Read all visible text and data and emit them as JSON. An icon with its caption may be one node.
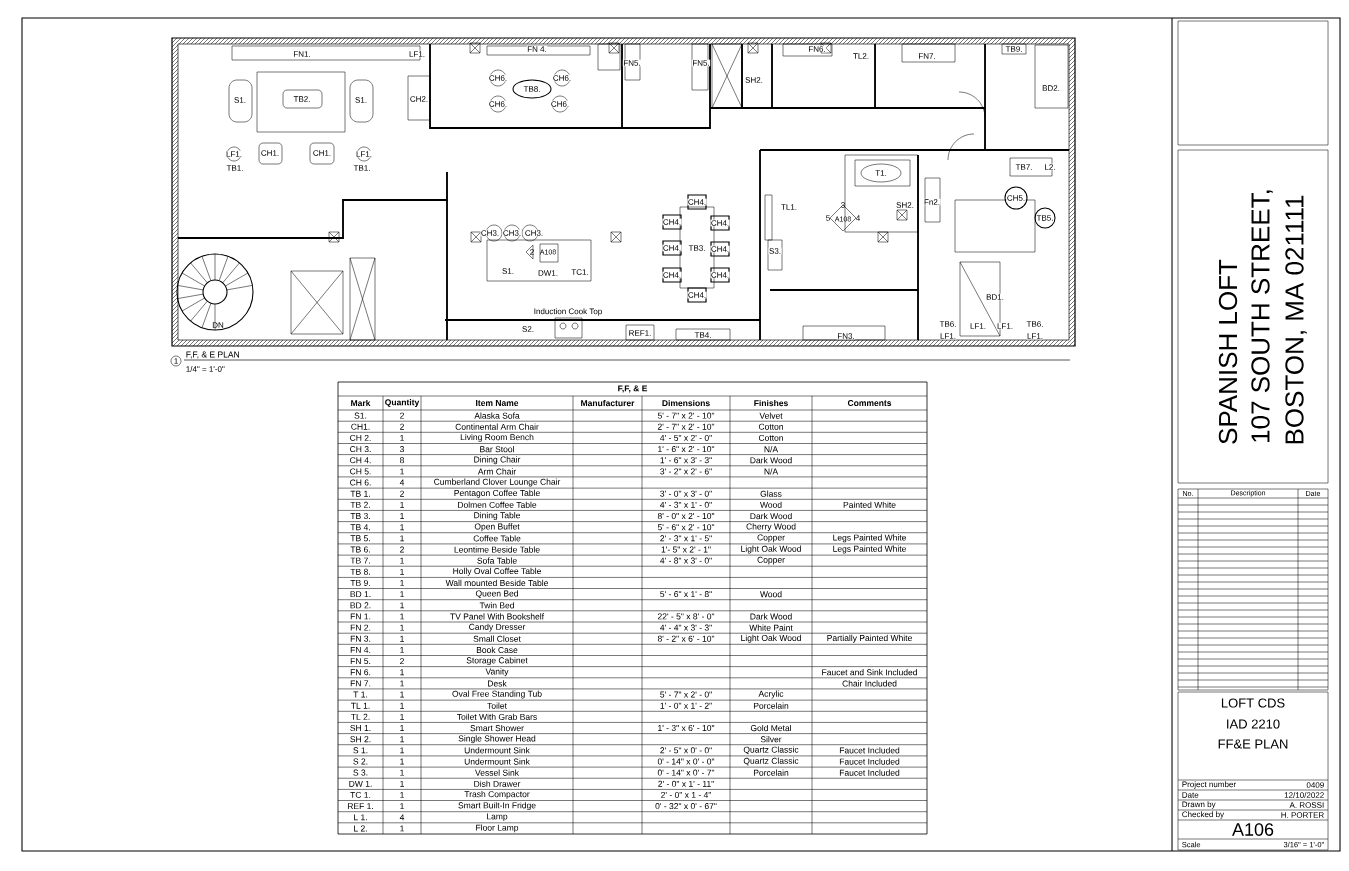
{
  "diagram": {
    "labels": [
      "FN1.",
      "LF1.",
      "S1.",
      "TB2.",
      "S1.",
      "CH2.",
      "LF1.",
      "CH1.",
      "CH1.",
      "LF1.",
      "TB1.",
      "TB1.",
      "FN 4.",
      "CH6.",
      "CH6.",
      "TB8.",
      "CH6.",
      "CH6.",
      "FN5.",
      "FN5.",
      "FN6.",
      "TL2.",
      "FN7.",
      "TB9.",
      "SH2.",
      "BD2.",
      "T1.",
      "TB7.",
      "L2.",
      "CH5.",
      "CH4.",
      "TL1.",
      "3",
      "SH2.",
      "Fn2.",
      "CH4.",
      "CH4.",
      "5",
      "A108",
      "4",
      "TB5.",
      "CH3.",
      "CH3.",
      "CH3.",
      "2",
      "A108",
      "CH4.",
      "TB3.",
      "CH4.",
      "S3.",
      "S1.",
      "DW1.",
      "TC1.",
      "CH4.",
      "CH4.",
      "CH4.",
      "BD1.",
      "Induction Cook Top",
      "DN",
      "S2.",
      "REF1.",
      "TB4.",
      "FN3.",
      "TB6.",
      "LF1.",
      "LF1.",
      "LF1.",
      "TB6.",
      "LF1.",
      "1",
      "F,F, & E PLAN",
      "1/4\" = 1'-0\"",
      "F,F, & E",
      "Mark",
      "Quantity",
      "Item Name",
      "Manufacturer",
      "Dimensions",
      "Finishes",
      "Comments",
      "S1.",
      "2",
      "Alaska Sofa",
      "5' - 7\" x 2' - 10\"",
      "Velvet",
      "CH1.",
      "2",
      "Continental Arm Chair",
      "2' - 7\" x 2' - 10\"",
      "Cotton",
      "CH 2.",
      "1",
      "Living Room Bench",
      "4' - 5\" x 2' - 0\"",
      "Cotton",
      "CH 3.",
      "3",
      "Bar Stool",
      "1' - 6\" x 2' - 10\"",
      "N/A",
      "CH 4.",
      "8",
      "Dining Chair",
      "1' - 6\" x 3' - 3\"",
      "Dark Wood",
      "CH 5.",
      "1",
      "Arm Chair",
      "3' - 2\" x 2' - 6\"",
      "N/A",
      "CH 6.",
      "4",
      "Cumberland Clover Lounge Chair",
      "TB 1.",
      "2",
      "Pentagon Coffee Table",
      "3' - 0\" x 3' - 0\"",
      "Glass",
      "TB 2.",
      "1",
      "Dolmen Coffee Table",
      "4' - 3\" x 1' - 0\"",
      "Wood",
      "Painted White",
      "TB 3.",
      "1",
      "Dining Table",
      "8' - 0\" x 2' - 10\"",
      "Dark Wood",
      "TB 4.",
      "1",
      "Open Buffet",
      "5' - 6\" x 2' - 10\"",
      "Cherry Wood",
      "TB 5.",
      "1",
      "Coffee Table",
      "2' - 3\" x 1' - 5\"",
      "Copper",
      "Legs Painted White",
      "TB 6.",
      "2",
      "Leontime Beside Table",
      "1'- 5\" x 2' - 1\"",
      "Light Oak Wood",
      "Legs Painted White",
      "TB 7.",
      "1",
      "Sofa Table",
      "4' - 8\" x 3' - 0\"",
      "Copper",
      "TB 8.",
      "1",
      "Holly Oval Coffee Table",
      "TB 9.",
      "1",
      "Wall mounted Beside Table",
      "BD 1.",
      "1",
      "Queen Bed",
      "5' - 6\" x 1' - 8\"",
      "Wood",
      "BD 2.",
      "1",
      "Twin Bed",
      "FN 1.",
      "1",
      "TV Panel With Bookshelf",
      "22' - 5\" x 8' - 0\"",
      "Dark Wood",
      "FN 2.",
      "1",
      "Candy Dresser",
      "4' - 4\" x 3' - 3\"",
      "White Paint",
      "FN 3.",
      "1",
      "Small Closet",
      "8' - 2\" x 6' - 10\"",
      "Light Oak Wood",
      "Partially Painted White",
      "FN 4.",
      "1",
      "Book Case",
      "FN 5.",
      "2",
      "Storage Cabinet",
      "FN 6.",
      "1",
      "Vanity",
      "Faucet and Sink Included",
      "FN 7.",
      "1",
      "Desk",
      "Chair Included",
      "T 1.",
      "1",
      "Oval Free Standing Tub",
      "5' - 7\" x 2' - 0\"",
      "Acrylic",
      "TL 1.",
      "1",
      "Toilet",
      "1' - 0\" x 1' - 2\"",
      "Porcelain",
      "TL 2.",
      "1",
      "Toilet With Grab Bars",
      "SH 1.",
      "1",
      "Smart Shower",
      "1' - 3\" x 6' - 10\"",
      "Gold Metal",
      "SH 2.",
      "1",
      "Single Shower Head",
      "Silver",
      "S 1.",
      "1",
      "Undermount Sink",
      "2' - 5\" x 0' - 0\"",
      "Quartz Classic",
      "Faucet Included",
      "S 2.",
      "1",
      "Undermount Sink",
      "0' - 14\" x 0' - 0\"",
      "Quartz Classic",
      "Faucet Included",
      "S 3.",
      "1",
      "Vessel Sink",
      "0' - 14\" x 0' - 7\"",
      "Porcelain",
      "Faucet Included",
      "DW 1.",
      "1",
      "Dish Drawer",
      "2' - 0\" x 1' - 11\"",
      "TC 1.",
      "1",
      "Trash Compactor",
      "2' - 0\" x 1 - 4\"",
      "REF 1.",
      "1",
      "Smart Built-In Fridge",
      "0' - 32\" x 0' - 67\"",
      "L 1.",
      "4",
      "Lamp",
      "L 2.",
      "1",
      "Floor Lamp",
      "SPANISH LOFT",
      "107 SOUTH STREET,",
      "BOSTON, MA 021111",
      "No.",
      "Description",
      "Date",
      "LOFT CDS",
      "IAD 2210",
      "FF&E PLAN",
      "Project number",
      "0409",
      "Date",
      "12/10/2022",
      "Drawn by",
      "A. ROSSI",
      "Checked by",
      "H. PORTER",
      "A106",
      "Scale",
      "3/16\" = 1'-0\""
    ]
  }
}
